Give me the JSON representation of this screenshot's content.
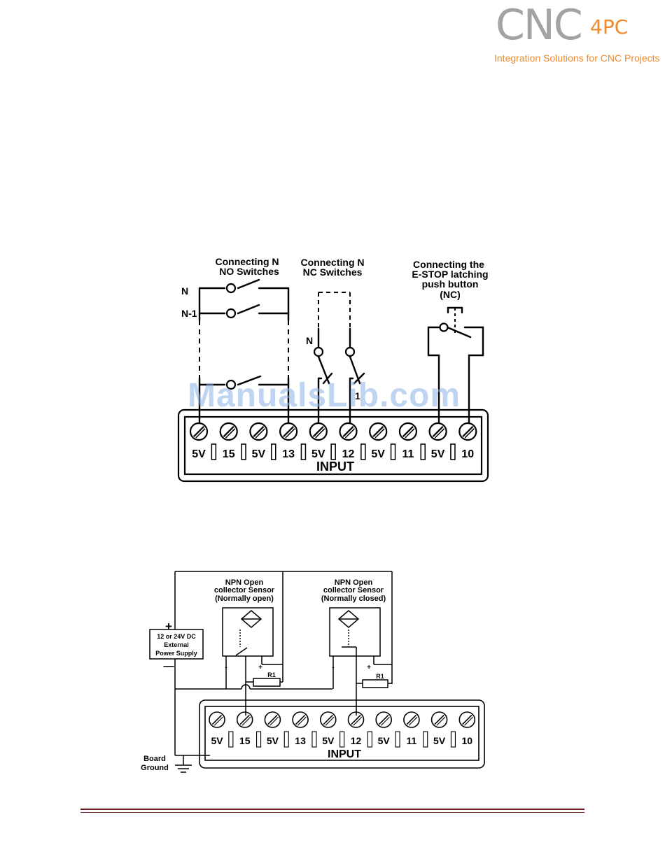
{
  "logo": {
    "brand": "CNC",
    "superscript": "4PC",
    "tagline": "Integration Solutions for CNC Projects"
  },
  "watermark": "ManualsLib.com",
  "diagram1": {
    "section_no": "Connecting N",
    "section_no_2": "NO Switches",
    "section_nc": "Connecting N",
    "section_nc_2": "NC Switches",
    "section_estop_1": "Connecting the",
    "section_estop_2": "E-STOP latching",
    "section_estop_3": "push button",
    "section_estop_4": "(NC)",
    "label_n": "N",
    "label_n_minus_1": "N-1",
    "label_nc_n": "N",
    "label_nc_1": "1",
    "terminals": [
      "5V",
      "15",
      "5V",
      "13",
      "5V",
      "12",
      "5V",
      "11",
      "5V",
      "10"
    ],
    "block_label": "INPUT"
  },
  "diagram2": {
    "sensor_a_1": "NPN Open",
    "sensor_a_2": "collector Sensor",
    "sensor_a_3": "(Normally open)",
    "sensor_b_1": "NPN Open",
    "sensor_b_2": "collector Sensor",
    "sensor_b_3": "(Normally closed)",
    "psu_1": "12 or 24V DC",
    "psu_2": "External",
    "psu_3": "Power Supply",
    "plus": "+",
    "minus": "—",
    "resistor": "R1",
    "minus_small": "-",
    "plus_small": "+",
    "ground_1": "Board",
    "ground_2": "Ground",
    "terminals": [
      "5V",
      "15",
      "5V",
      "13",
      "5V",
      "12",
      "5V",
      "11",
      "5V",
      "10"
    ],
    "block_label": "INPUT"
  }
}
